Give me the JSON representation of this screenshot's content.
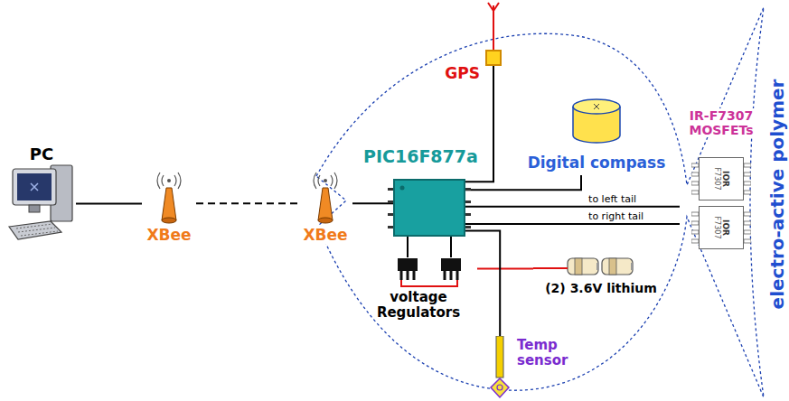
{
  "diagram": {
    "nodes": [
      {
        "text": [
          "PC"
        ]
      },
      {
        "text": [
          "XBee"
        ]
      },
      {
        "text": [
          "XBee"
        ]
      },
      {
        "text": [
          "GPS"
        ]
      },
      {
        "text": [
          "PIC16F877a"
        ]
      },
      {
        "text": [
          "Digital compass"
        ]
      },
      {
        "text": [
          "IR-F7307",
          "MOSFETs"
        ]
      },
      {
        "text": [
          "voltage Regulators"
        ]
      },
      {
        "text": [
          "(2) 3.6V lithium"
        ]
      },
      {
        "text": [
          "Temp sensor"
        ]
      }
    ],
    "edges": [
      {
        "from": 0,
        "to": 1,
        "arrow": "none"
      },
      {
        "from": 1,
        "to": 2,
        "arrow": "none"
      },
      {
        "from": 2,
        "to": 4,
        "arrow": "none"
      },
      {
        "from": 3,
        "to": 4,
        "arrow": "none"
      },
      {
        "from": 4,
        "to": 5,
        "arrow": "none"
      },
      {
        "from": 4,
        "to": 6,
        "arrow": "none",
        "label": "to left tail"
      },
      {
        "from": 4,
        "to": 6,
        "arrow": "none",
        "label": "to right tail"
      },
      {
        "from": 4,
        "to": 7,
        "arrow": "none"
      },
      {
        "from": 4,
        "to": 7,
        "arrow": "none"
      },
      {
        "from": 7,
        "to": 8,
        "arrow": "none"
      },
      {
        "from": 4,
        "to": 9,
        "arrow": "none"
      }
    ],
    "labels": [
      "IOR",
      "F7307",
      "IOR",
      "F7307",
      "electro-active polymer"
    ]
  }
}
